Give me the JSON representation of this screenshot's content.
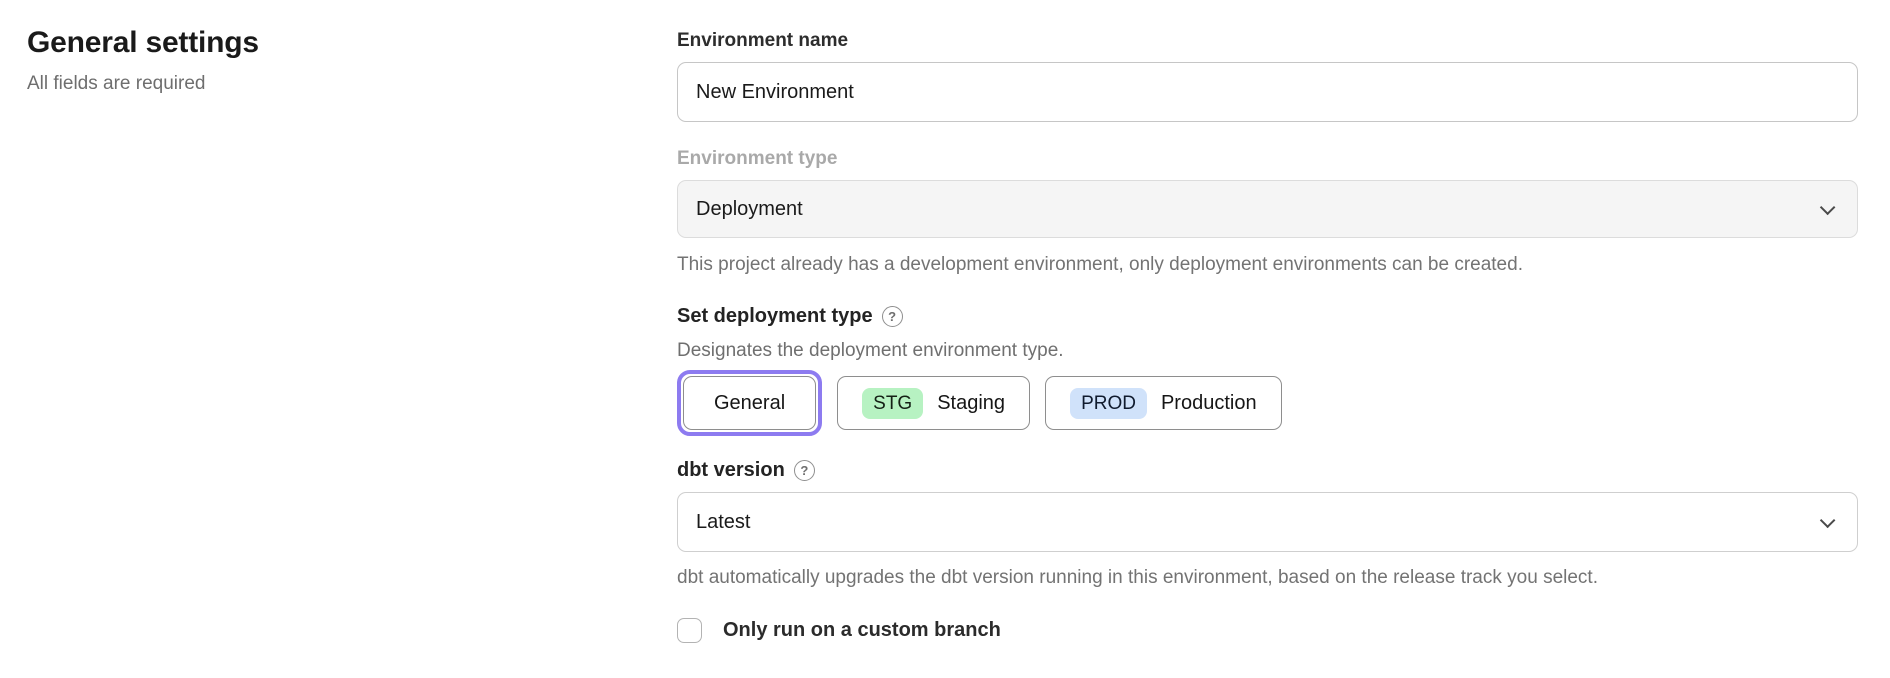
{
  "header": {
    "title": "General settings",
    "subtitle": "All fields are required"
  },
  "form": {
    "environment_name": {
      "label": "Environment name",
      "value": "New Environment"
    },
    "environment_type": {
      "label": "Environment type",
      "value": "Deployment",
      "disabled": true,
      "helper": "This project already has a development environment, only deployment environments can be created."
    },
    "deployment_type": {
      "label": "Set deployment type",
      "description": "Designates the deployment environment type.",
      "options": [
        {
          "label": "General",
          "selected": true
        },
        {
          "badge": "STG",
          "label": "Staging",
          "selected": false
        },
        {
          "badge": "PROD",
          "label": "Production",
          "selected": false
        }
      ]
    },
    "dbt_version": {
      "label": "dbt version",
      "value": "Latest",
      "helper": "dbt automatically upgrades the dbt version running in this environment, based on the release track you select."
    },
    "custom_branch": {
      "label": "Only run on a custom branch",
      "checked": false
    }
  },
  "icons": {
    "help": "?",
    "chevron_down": "chevron-down"
  },
  "colors": {
    "selected_ring": "#8d7bf0",
    "staging_badge_bg": "#b7f2c2",
    "production_badge_bg": "#d0e2fa",
    "disabled_select_bg": "#f5f5f5",
    "helper_text": "#737373"
  }
}
